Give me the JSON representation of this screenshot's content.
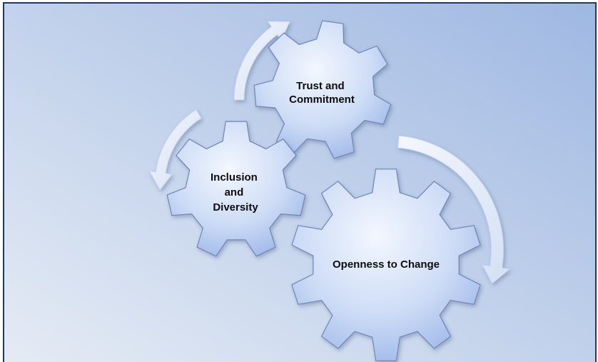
{
  "diagram": {
    "gears": [
      {
        "id": "trust",
        "lines": [
          "Trust and",
          "Commitment"
        ]
      },
      {
        "id": "inclusion",
        "lines": [
          "Inclusion",
          "and",
          "Diversity"
        ]
      },
      {
        "id": "openness",
        "lines": [
          "Openness to Change"
        ]
      }
    ]
  },
  "colors": {
    "frame_border": "#1f3864",
    "background_light": "#e6ecf5",
    "background_dark": "#9fb8e2",
    "gear_light": "#e2ebfa",
    "gear_dark": "#9bb6ea",
    "gear_outline": "#6f86b8",
    "arrow_fill": "#e8eef9",
    "text": "#0d0d0d"
  }
}
